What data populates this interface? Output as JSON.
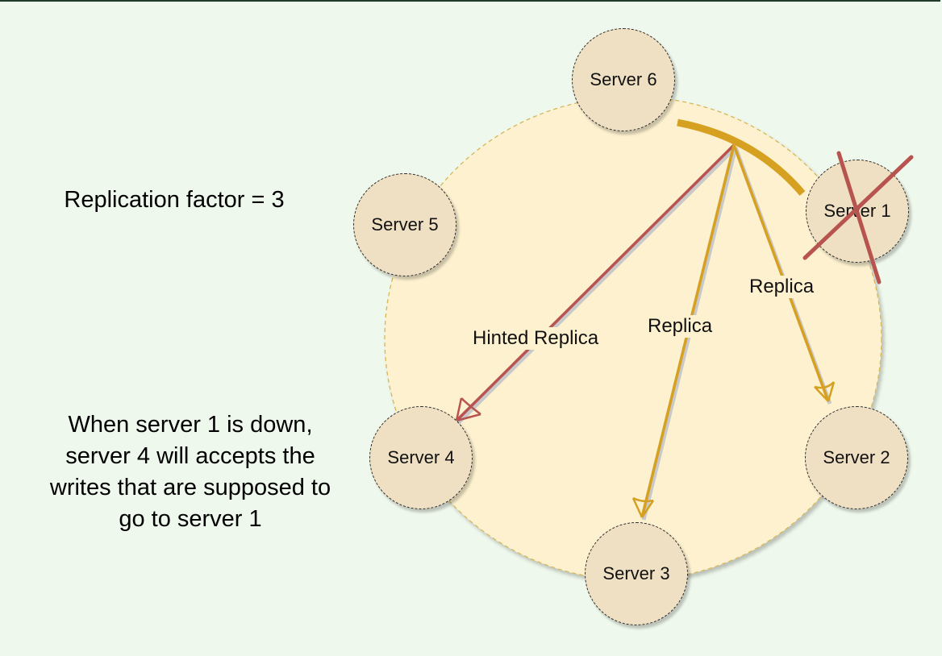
{
  "notes": {
    "replication_factor": "Replication factor = 3",
    "server_down": "When server 1 is down,\nserver 4 will accepts the\nwrites that are supposed to\ngo to server 1"
  },
  "servers": [
    {
      "label": "Server 6",
      "status": "up"
    },
    {
      "label": "Server 1",
      "status": "down"
    },
    {
      "label": "Server 5",
      "status": "up"
    },
    {
      "label": "Server 4",
      "status": "up"
    },
    {
      "label": "Server 2",
      "status": "up"
    },
    {
      "label": "Server 3",
      "status": "up"
    }
  ],
  "edges": [
    {
      "label": "Hinted Replica",
      "target": "Server 4",
      "color": "#b85450"
    },
    {
      "label": "Replica",
      "target": "Server 3",
      "color": "#d6a020"
    },
    {
      "label": "Replica",
      "target": "Server 2",
      "color": "#d6a020"
    }
  ],
  "colors": {
    "background": "#eff8ec",
    "ring_fill": "#fdf1cf",
    "ring_stroke": "#d6b656",
    "server_fill": "#efe0c3",
    "key_range_arc": "#d6a020",
    "hinted_arrow": "#b85450",
    "failure_cross": "#b85450"
  }
}
